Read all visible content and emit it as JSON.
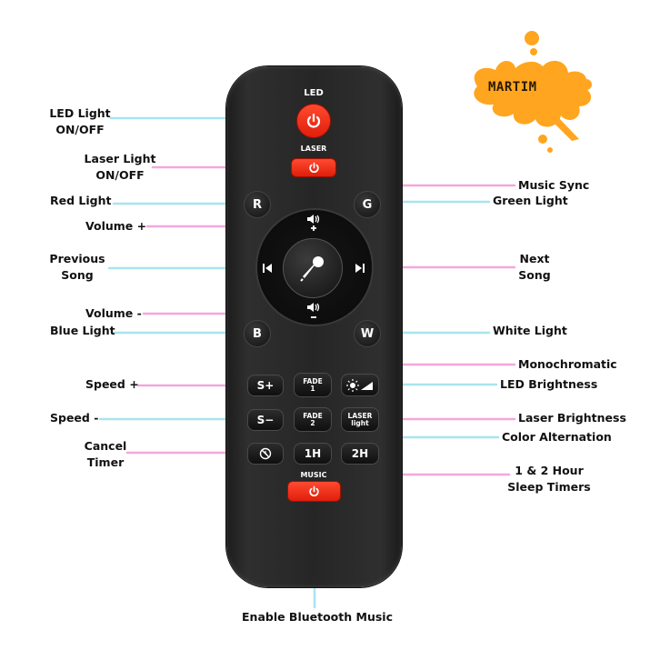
{
  "brand": {
    "logo_text": "MARTIM",
    "logo_color": "#ffa51f"
  },
  "colors": {
    "pink_line": "#f4a7dd",
    "cyan_line": "#a8e4f0",
    "power_red": "#f13a20"
  },
  "remote": {
    "top_caption": "LED",
    "laser_caption": "LASER",
    "music_caption": "MUSIC",
    "buttons": {
      "r": "R",
      "g": "G",
      "b": "B",
      "w": "W",
      "speed_plus": "S+",
      "speed_minus": "S−",
      "fade1_a": "FADE",
      "fade1_b": "1",
      "fade2_a": "FADE",
      "fade2_b": "2",
      "laser_light_a": "LASER",
      "laser_light_b": "light",
      "h1": "1H",
      "h2": "2H"
    },
    "icons": [
      "power-icon",
      "microphone-icon",
      "previous-icon",
      "next-icon",
      "volume-icon",
      "brightness-icon",
      "cancel-timer-icon"
    ]
  },
  "labels": {
    "led_light": [
      "LED Light",
      "ON/OFF"
    ],
    "laser_light": [
      "Laser Light",
      "ON/OFF"
    ],
    "red_light": "Red Light",
    "volume_plus": "Volume +",
    "previous_song": [
      "Previous",
      "Song"
    ],
    "volume_minus": "Volume -",
    "blue_light": "Blue Light",
    "speed_plus": "Speed +",
    "speed_minus": "Speed -",
    "cancel_timer": [
      "Cancel",
      "Timer"
    ],
    "music_sync": "Music Sync",
    "green_light": "Green Light",
    "next_song": [
      "Next",
      "Song"
    ],
    "white_light": "White Light",
    "monochromatic": "Monochromatic",
    "led_brightness": "LED Brightness",
    "laser_brightness": "Laser Brightness",
    "color_alternation": "Color Alternation",
    "sleep_timers": [
      "1 & 2 Hour",
      "Sleep Timers"
    ],
    "enable_bluetooth": "Enable Bluetooth Music"
  }
}
